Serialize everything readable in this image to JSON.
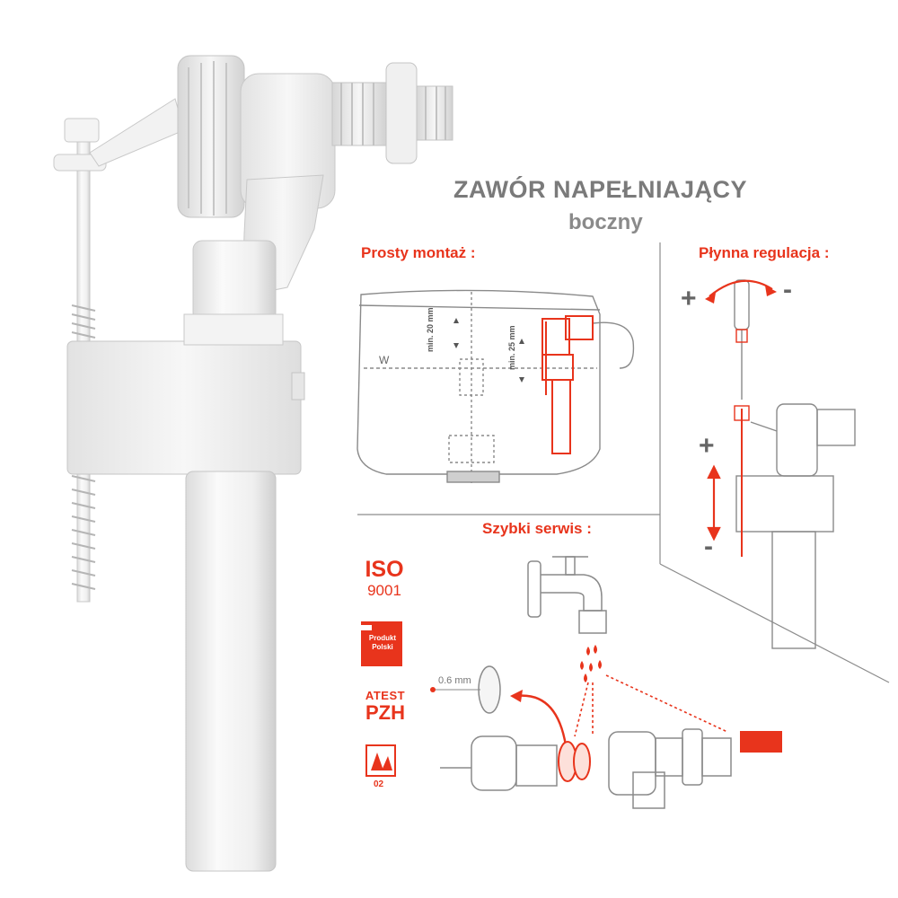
{
  "heading": {
    "title": "ZAWÓR NAPEŁNIAJĄCY",
    "subtitle": "boczny"
  },
  "sections": {
    "easy_mounting": "Prosty montaż :",
    "smooth_adjust": "Płynna regulacja :",
    "quick_service": "Szybki serwis :"
  },
  "tank_labels": {
    "water_mark": "W",
    "min_20": "min. 20 mm",
    "min_25": "min. 25 mm"
  },
  "adjust_signs": {
    "plus_top": "+",
    "minus_top": "-",
    "plus_side": "+",
    "minus_side": "-"
  },
  "service": {
    "membrane_gap": "0.6 mm"
  },
  "badges": {
    "iso_top": "ISO",
    "iso_bottom": "9001",
    "produkt_line1": "Produkt",
    "produkt_line2": "Polski",
    "atest_top": "ATEST",
    "atest_bottom": "PZH",
    "cert_number": "02"
  },
  "colors": {
    "accent": "#e8341c",
    "title_gray": "#7a7a7a",
    "line_gray": "#8c8c8c",
    "plastic": "#f1f1f1"
  }
}
